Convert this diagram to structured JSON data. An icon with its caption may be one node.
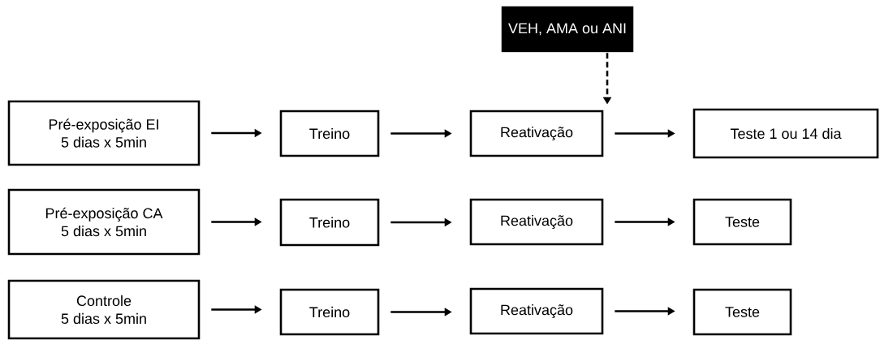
{
  "diagram": {
    "nodes": [
      {
        "text": [
          "VEH, AMA ou ANI"
        ]
      },
      {
        "text": [
          "Pré-exposição EI",
          "5 dias x 5min"
        ]
      },
      {
        "text": [
          "Treino"
        ]
      },
      {
        "text": [
          "Reativação"
        ]
      },
      {
        "text": [
          "Teste 1 ou 14 dia"
        ]
      },
      {
        "text": [
          "Pré-exposição CA",
          "5 dias x 5min"
        ]
      },
      {
        "text": [
          "Treino"
        ]
      },
      {
        "text": [
          "Reativação"
        ]
      },
      {
        "text": [
          "Teste"
        ]
      },
      {
        "text": [
          "Controle",
          "5 dias x 5min"
        ]
      },
      {
        "text": [
          "Treino"
        ]
      },
      {
        "text": [
          "Reativação"
        ]
      },
      {
        "text": [
          "Teste"
        ]
      }
    ],
    "edges": [
      {
        "from": 0,
        "to": 3,
        "arrow": "to",
        "style": "dashed"
      },
      {
        "from": 1,
        "to": 2,
        "arrow": "to"
      },
      {
        "from": 2,
        "to": 3,
        "arrow": "to"
      },
      {
        "from": 3,
        "to": 4,
        "arrow": "to"
      },
      {
        "from": 5,
        "to": 6,
        "arrow": "to"
      },
      {
        "from": 6,
        "to": 7,
        "arrow": "to"
      },
      {
        "from": 7,
        "to": 8,
        "arrow": "to"
      },
      {
        "from": 9,
        "to": 10,
        "arrow": "to"
      },
      {
        "from": 10,
        "to": 11,
        "arrow": "to"
      },
      {
        "from": 11,
        "to": 12,
        "arrow": "to"
      }
    ]
  }
}
